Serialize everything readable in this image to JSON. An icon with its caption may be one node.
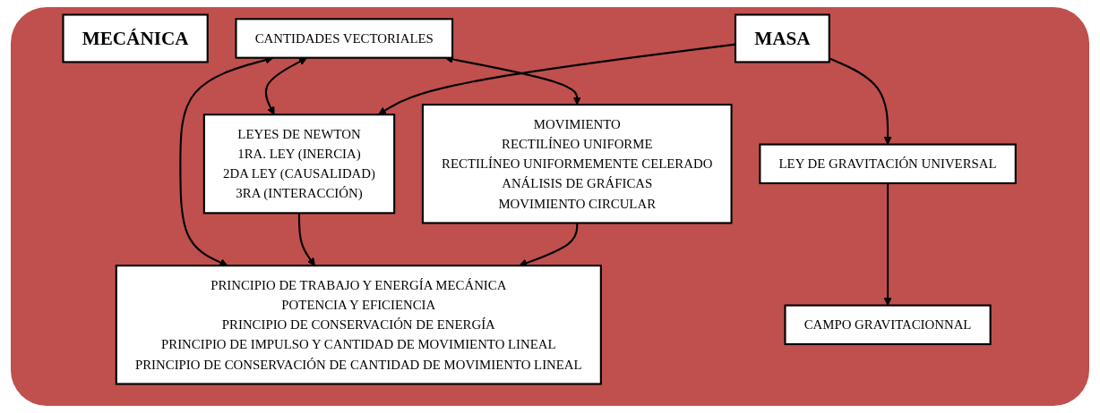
{
  "diagram": {
    "nodes": [
      {
        "text": [
          "MECÁNICA"
        ]
      },
      {
        "text": [
          "MASA"
        ]
      },
      {
        "text": [
          "CANTIDADES VECTORIALES"
        ]
      },
      {
        "text": [
          "MOVIMIENTO",
          "RECTILÍNEO UNIFORME",
          "RECTILÍNEO UNIFORMEMENTE CELERADO",
          "ANÁLISIS DE GRÁFICAS",
          "MOVIMIENTO CIRCULAR"
        ]
      },
      {
        "text": [
          "LEYES DE NEWTON",
          "1RA. LEY (INERCIA)",
          "2DA LEY (CAUSALIDAD)",
          "3RA (INTERACCIÓN)"
        ]
      },
      {
        "text": [
          "LEY DE GRAVITACIÓN UNIVERSAL"
        ]
      },
      {
        "text": [
          "CAMPO GRAVITACIONNAL"
        ]
      },
      {
        "text": [
          "PRINCIPIO DE TRABAJO Y ENERGÍA MECÁNICA",
          "POTENCIA Y EFICIENCIA",
          "PRINCIPIO DE CONSERVACIÓN DE ENERGÍA",
          "PRINCIPIO DE IMPULSO Y CANTIDAD DE MOVIMIENTO LINEAL",
          "PRINCIPIO DE CONSERVACIÓN DE CANTIDAD DE MOVIMIENTO LINEAL"
        ]
      }
    ],
    "edges": [
      {
        "from": 2,
        "to": 3,
        "arrow": "both"
      },
      {
        "from": 2,
        "to": 4,
        "arrow": "both"
      },
      {
        "from": 2,
        "to": 7,
        "arrow": "both"
      },
      {
        "from": 1,
        "to": 4,
        "arrow": "to"
      },
      {
        "from": 1,
        "to": 5,
        "arrow": "to"
      },
      {
        "from": 5,
        "to": 6,
        "arrow": "to"
      },
      {
        "from": 4,
        "to": 7,
        "arrow": "to"
      },
      {
        "from": 3,
        "to": 7,
        "arrow": "to"
      }
    ]
  }
}
